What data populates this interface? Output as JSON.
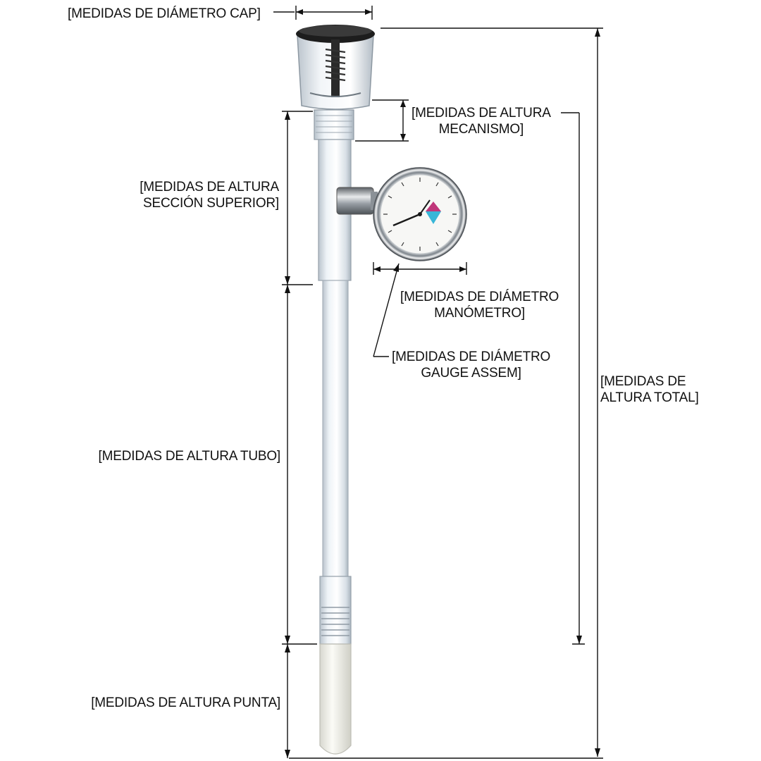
{
  "labels": {
    "cap_diameter": "[MEDIDAS DE DIÁMETRO CAP]",
    "mechanism_height": [
      "[MEDIDAS DE ALTURA",
      "MECANISMO]"
    ],
    "upper_section_height": [
      "[MEDIDAS DE ALTURA",
      "SECCIÓN SUPERIOR]"
    ],
    "gauge_diameter": [
      "[MEDIDAS DE DIÁMETRO",
      "MANÓMETRO]"
    ],
    "gauge_assem_diameter": [
      "[MEDIDAS DE DIÁMETRO",
      "GAUGE ASSEM]"
    ],
    "total_height": [
      "[MEDIDAS DE",
      "ALTURA TOTAL]"
    ],
    "tube_height": "[MEDIDAS DE ALTURA TUBO]",
    "tip_height": "[MEDIDAS DE ALTURA PUNTA]"
  },
  "colors": {
    "line": "#111111",
    "tube": "#e6edf3",
    "tip": "#f4f4ef",
    "gauge_accent_pink": "#c0367a",
    "gauge_accent_cyan": "#38b6d8"
  }
}
